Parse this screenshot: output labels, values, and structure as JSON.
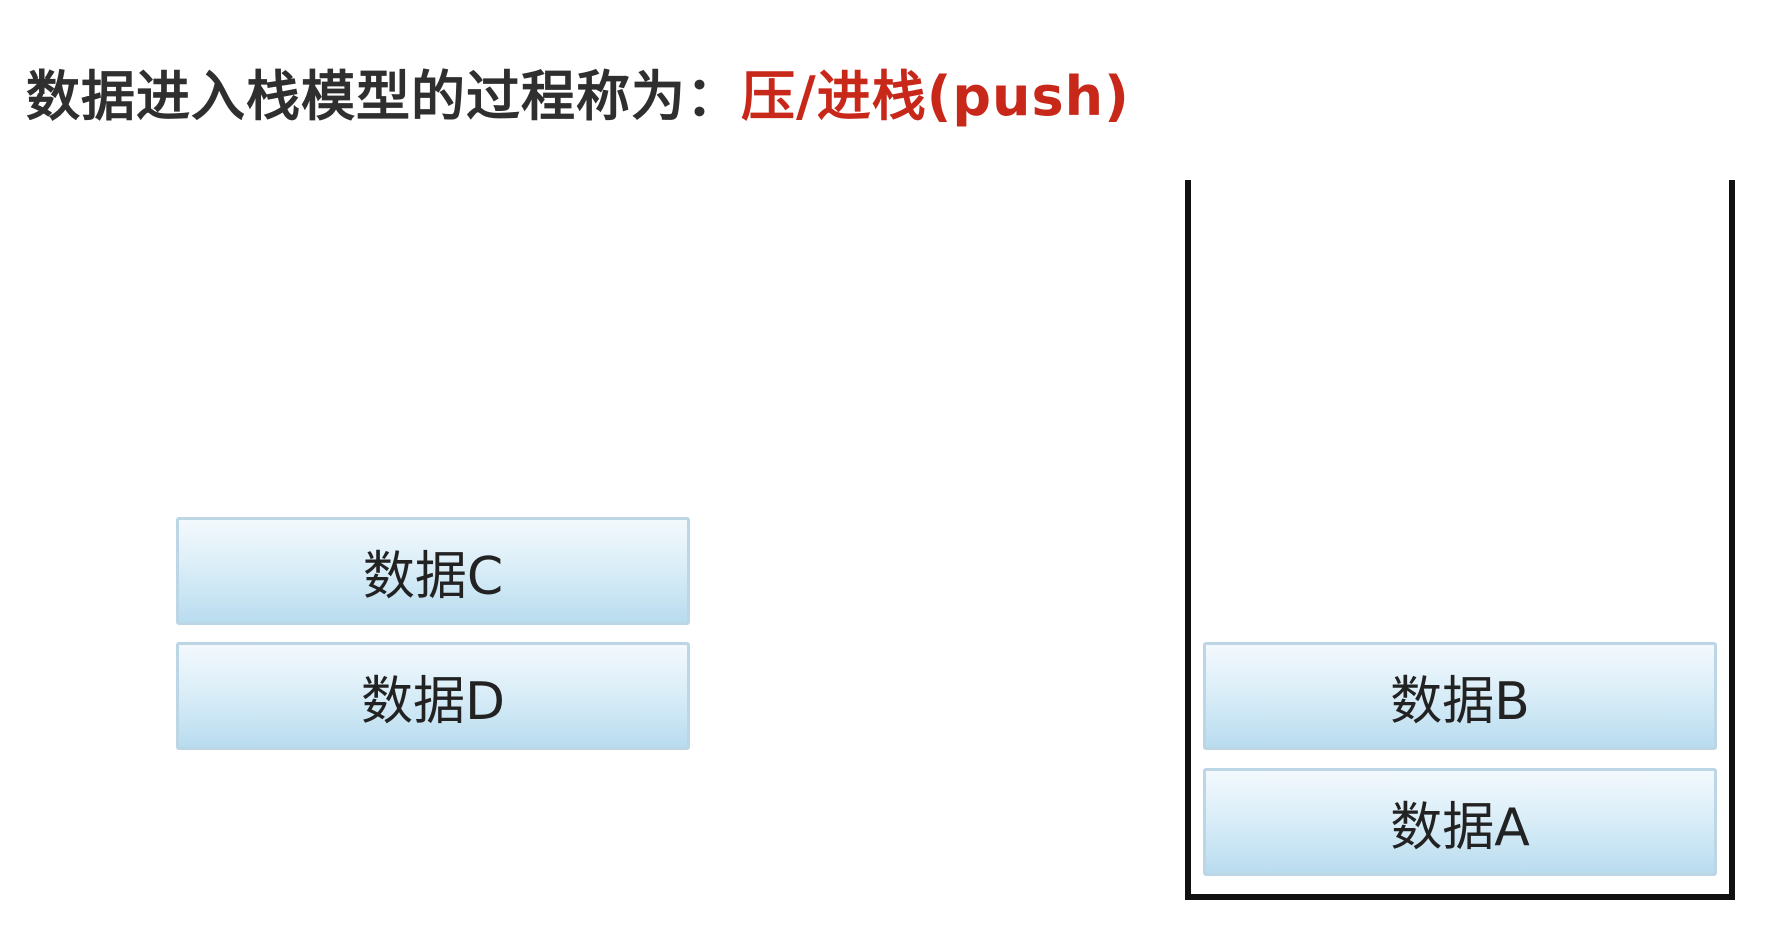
{
  "title": {
    "prefix": "数据进入栈模型的过程称为：",
    "highlight": "压/进栈(push)"
  },
  "outside_blocks": [
    {
      "label": "数据C"
    },
    {
      "label": "数据D"
    }
  ],
  "stack_blocks": [
    {
      "label": "数据B"
    },
    {
      "label": "数据A"
    }
  ],
  "colors": {
    "title_text": "#2f2f2f",
    "highlight_text": "#c8281a",
    "block_fill": "#cfe6f3",
    "block_border": "#bcd6e6",
    "stack_border": "#111111"
  }
}
